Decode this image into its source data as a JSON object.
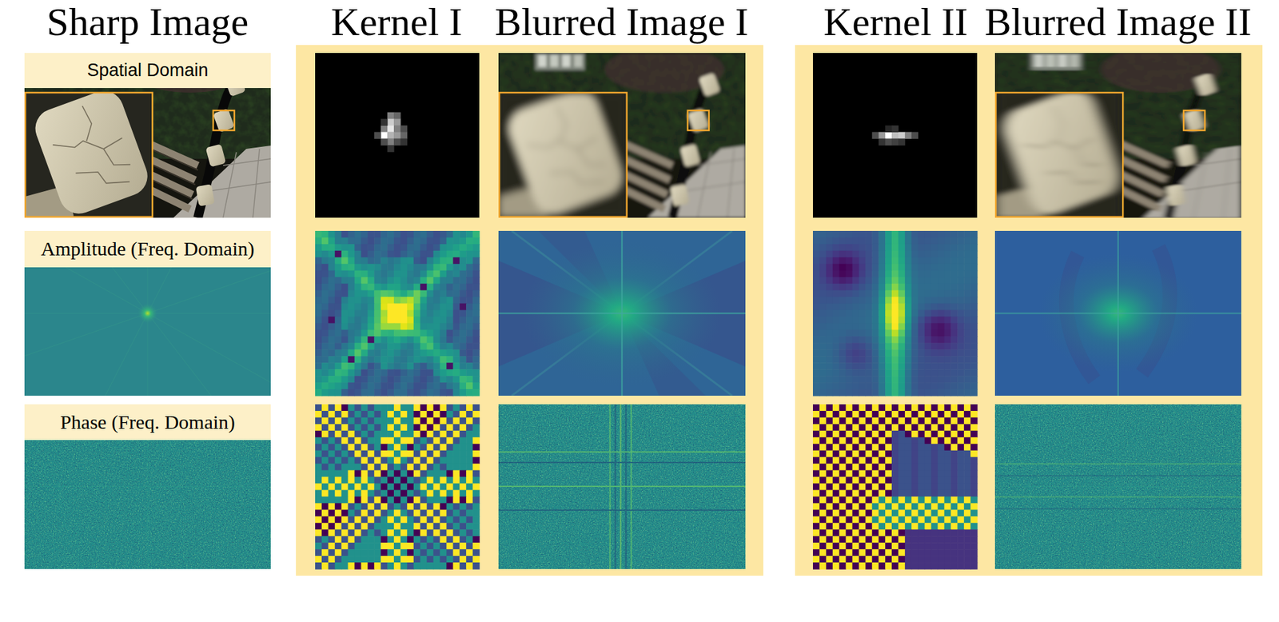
{
  "diagram": {
    "nodes": [
      {
        "text": [
          "Spatial Domain"
        ]
      },
      {
        "text": [
          "Amplitude (Freq. Domain)"
        ]
      },
      {
        "text": [
          "Phase (Freq. Domain)"
        ]
      },
      {
        "text": [
          "Kernel I",
          "Blurred Image I"
        ]
      },
      {
        "text": [
          "Kernel II",
          "Blurred Image II"
        ]
      }
    ],
    "labels": [
      "Sharp Image"
    ]
  }
}
